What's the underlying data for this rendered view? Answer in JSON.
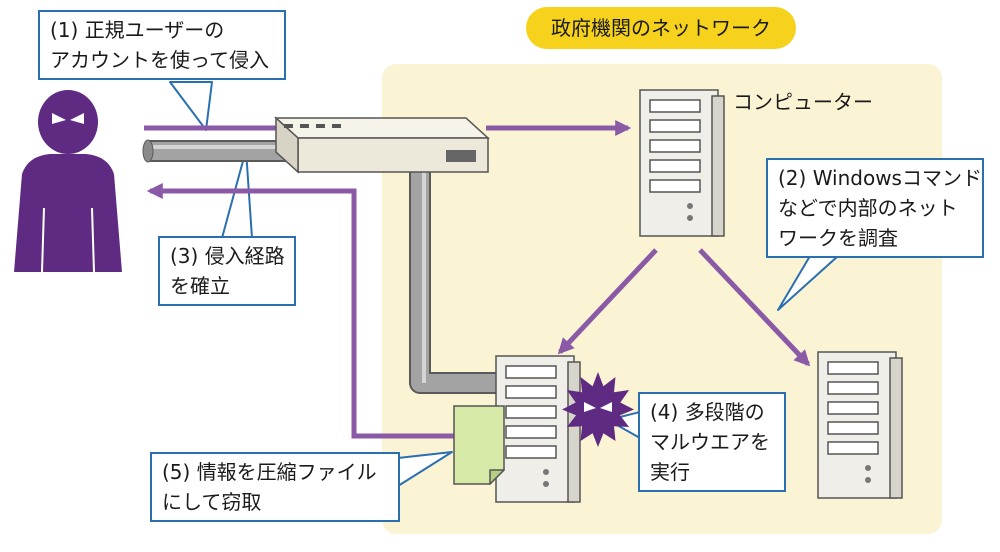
{
  "network_title": "政府機関のネットワーク",
  "computer_label": "コンピューター",
  "steps": {
    "step1": [
      "(1) 正規ユーザーの",
      "アカウントを使って侵入"
    ],
    "step2": [
      "(2) Windowsコマンド",
      "などで内部のネット",
      "ワークを調査"
    ],
    "step3": [
      "(3) 侵入経路",
      "を確立"
    ],
    "step4": [
      "(4) 多段階の",
      "マルウエアを",
      "実行"
    ],
    "step5": [
      "(5) 情報を圧縮ファイル",
      "にして窃取"
    ]
  },
  "icons": {
    "attacker": "attacker-icon",
    "router": "router-icon",
    "server": "server-icon",
    "malware": "malware-icon",
    "file": "compressed-file-icon"
  },
  "colors": {
    "arrow": "#8a5aa6",
    "callout_border": "#2a6fb0",
    "network_area": "#fbf4d4",
    "title_pill": "#f6d21c",
    "attacker": "#5f2a82",
    "pipe": "#9a9a9a",
    "file": "#d6e9a6"
  }
}
